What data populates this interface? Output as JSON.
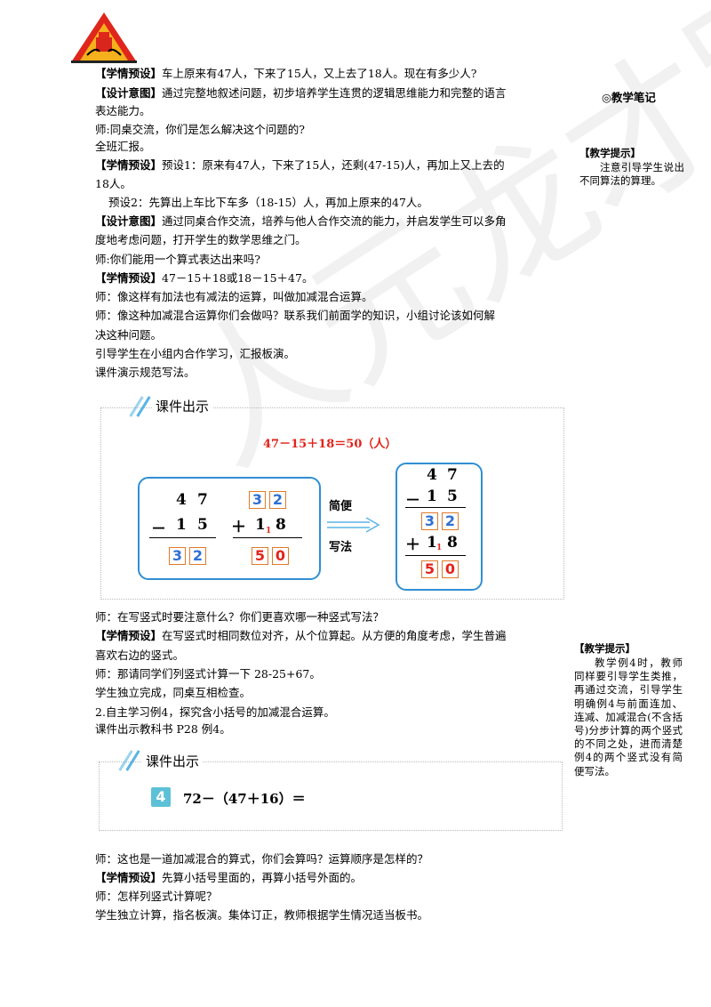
{
  "lines": [
    {
      "tag": "【学情预设】",
      "text": "车上原来有47人，下来了15人，又上去了18人。现在有多少人?"
    },
    {
      "tag": "【设计意图】",
      "text": "通过完整地叙述问题，初步培养学生连贯的逻辑思维能力和完整的语言"
    },
    {
      "text": "表达能力。"
    },
    {
      "text": "师:同桌交流，你们是怎么解决这个问题的?"
    },
    {
      "text": "全班汇报。"
    },
    {
      "tag": "【学情预设】",
      "text": "预设1：原来有47人，下来了15人，还剩(47-15)人，再加上又上去的"
    },
    {
      "text": "18人。"
    },
    {
      "text": "预设2：先算出上车比下车多（18-15）人，再加上原来的47人。"
    },
    {
      "tag": "【设计意图】",
      "text": "通过同桌合作交流，培养与他人合作交流的能力，并启发学生可以多角"
    },
    {
      "text": "度地考虑问题，打开学生的数学思维之门。"
    },
    {
      "text": "师:你们能用一个算式表达出来吗?"
    },
    {
      "tag": "【学情预设】",
      "text": "47－15＋18或18－15＋47。"
    },
    {
      "text": "师：像这样有加法也有减法的运算，叫做加减混合运算。"
    },
    {
      "text": "师：像这种加减混合运算你们会做吗？联系我们前面学的知识，小组讨论该如何解"
    },
    {
      "text": "决这种问题。"
    },
    {
      "text": "引导学生在小组内合作学习，汇报板演。"
    },
    {
      "text": "课件演示规范写法。"
    },
    {
      "text": "师：在写竖式时要注意什么？你们更喜欢哪一种竖式写法？"
    },
    {
      "tag": "【学情预设】",
      "text": "在写竖式时相同数位对齐，从个位算起。从方便的角度考虑，学生普遍"
    },
    {
      "text": "喜欢右边的竖式。"
    },
    {
      "text": "师：那请同学们列竖式计算一下 28-25+67。"
    },
    {
      "text": "学生独立完成，同桌互相检查。"
    },
    {
      "text": "2.自主学习例4，探究含小括号的加减混合运算。"
    },
    {
      "text": "课件出示教科书 P28 例4。"
    },
    {
      "text": "师：这也是一道加减混合的算式，你们会算吗？运算顺序是怎样的？"
    },
    {
      "tag": "【学情预设】",
      "text": "先算小括号里面的，再算小括号外面的。"
    },
    {
      "text": "师：怎样列竖式计算呢？"
    },
    {
      "text": "学生独立计算，指名板演。集体订正，教师根据学生情况适当板书。"
    }
  ],
  "sidebar": {
    "notes_title": "◎教学笔记",
    "tip1_title": "【教学提示】",
    "tip1_text": "注意引导学生说出不同算法的算理。",
    "tip2_title": "【教学提示】",
    "tip2_text": "教学例4时，教师同样要引导学生类推，再通过交流，引导学生明确例4与前面连加、连减、加减混合(不含括号)分步计算的两个竖式的不同之处，进而清楚例4的两个竖式没有简便写法。"
  },
  "courseware1": {
    "title": "课件出示",
    "equation": "47－15＋18＝50（人）",
    "left": {
      "r1": [
        "4",
        "7"
      ],
      "r2": [
        "－",
        "1",
        "5"
      ],
      "r3": [
        "3",
        "2"
      ]
    },
    "middle": {
      "r1": [
        "3",
        "2"
      ],
      "r2": [
        "＋",
        "1",
        "8"
      ],
      "carry": "1",
      "r3": [
        "5",
        "0"
      ]
    },
    "arrow_top": "简便",
    "arrow_bottom": "写法",
    "right": {
      "r1": [
        "4",
        "7"
      ],
      "r2": [
        "－",
        "1",
        "5"
      ],
      "r3": [
        "3",
        "2"
      ],
      "r4": [
        "＋",
        "1",
        "8"
      ],
      "carry": "1",
      "r5": [
        "5",
        "0"
      ]
    }
  },
  "courseware2": {
    "title": "课件出示",
    "example_num": "4",
    "expression": "72－（47＋16）＝"
  },
  "watermark": "人元龙才路",
  "colors": {
    "blue_box": "#2f8fd4",
    "cell_border": "#e07b2a",
    "blue_digit": "#2f6fd4",
    "red_digit": "#e2231a",
    "badge": "#5cc1d6"
  }
}
